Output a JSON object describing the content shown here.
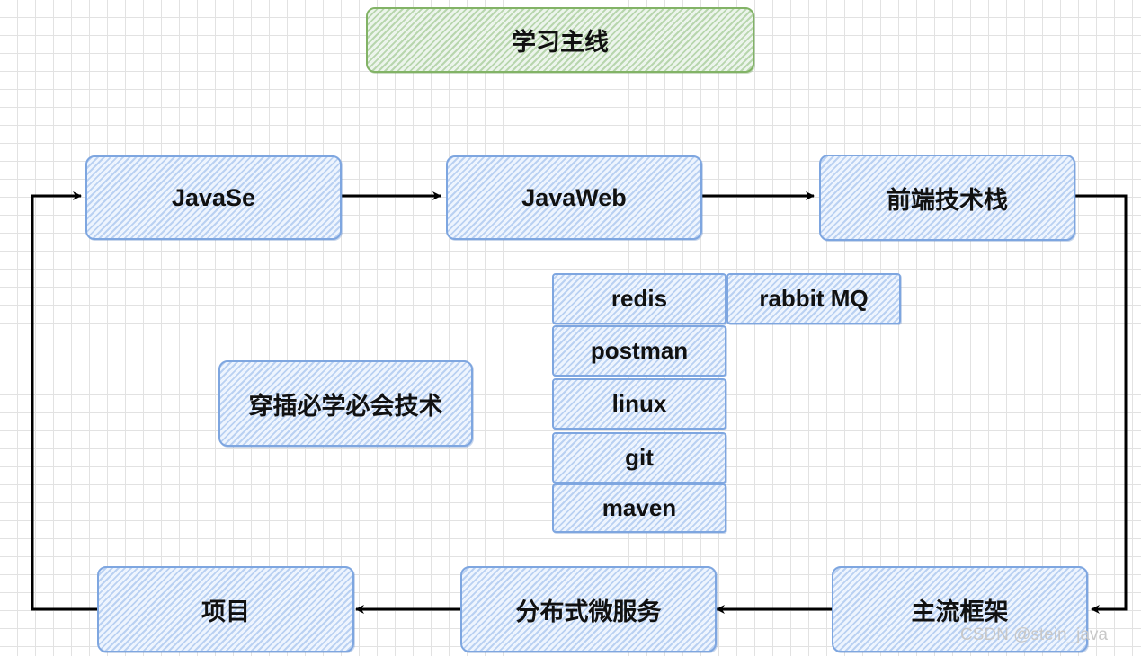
{
  "title": "学习主线",
  "mainline": {
    "javase": "JavaSe",
    "javaweb": "JavaWeb",
    "frontend": "前端技术栈",
    "frameworks": "主流框架",
    "microservices": "分布式微服务",
    "project": "项目"
  },
  "side_label": "穿插必学必会技术",
  "tools": [
    "redis",
    "rabbit MQ",
    "postman",
    "linux",
    "git",
    "maven"
  ],
  "watermark": "CSDN @stein_java",
  "colors": {
    "box_fill": "#dae8fc",
    "box_stroke": "#7ea6e0",
    "title_fill": "#d5e8d4",
    "title_stroke": "#82b366",
    "arrow": "#000000"
  }
}
